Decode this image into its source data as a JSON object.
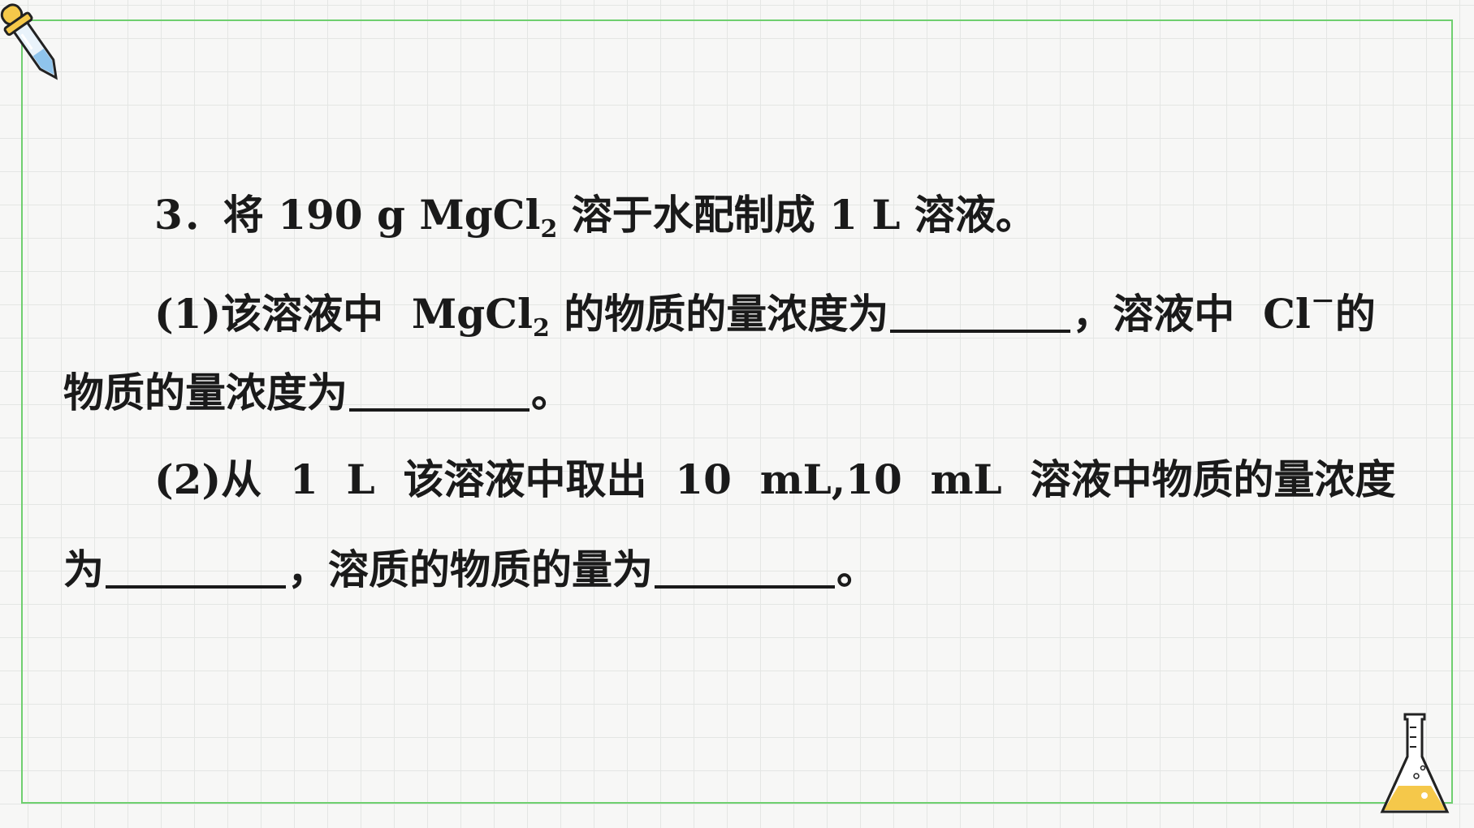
{
  "question": {
    "number": "3．",
    "stem_pre": "将 190 g MgCl",
    "stem_sub": "2",
    "stem_post": " 溶于水配制成 1 L 溶液。",
    "part1_a": "(1)该溶液中  MgCl",
    "part1_sub": "2",
    "part1_b": " 的物质的量浓度为",
    "part1_c": "，溶液中  Cl",
    "part1_sup": "－",
    "part1_d": "的",
    "part1_e": "物质的量浓度为",
    "part1_f": "。",
    "part2_a": "(2)从  1  L  该溶液中取出  10  mL,10  mL  溶液中物质的量浓度",
    "part2_b": "为",
    "part2_c": "，溶质的物质的量为",
    "part2_d": "。"
  },
  "decorations": {
    "top_left_icon": "dropper-icon",
    "bottom_right_icon": "flask-icon",
    "frame_color": "#6fcf6f",
    "liquid_color": "#f5c84a"
  }
}
